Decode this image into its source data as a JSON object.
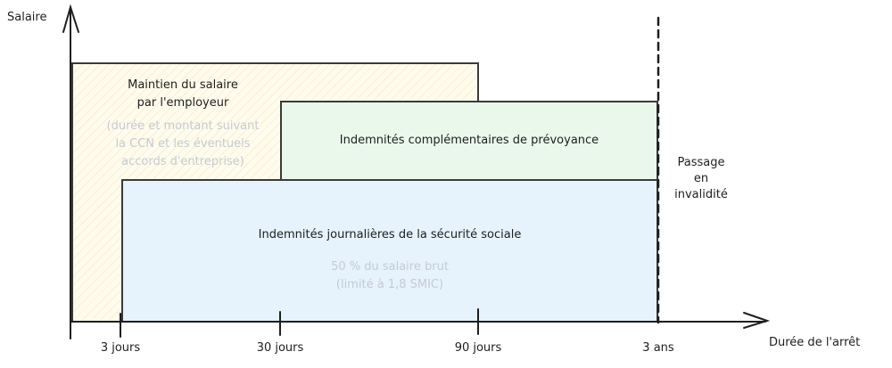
{
  "axes": {
    "y_label": "Salaire",
    "x_label": "Durée de l'arrêt",
    "ticks": [
      "3 jours",
      "30 jours",
      "90 jours",
      "3 ans"
    ]
  },
  "blocks": {
    "employer": {
      "title_line1": "Maintien du salaire",
      "title_line2": "par l'employeur",
      "note_line1": "(durée et montant suivant",
      "note_line2": "la CCN et les éventuels",
      "note_line3": "accords d'entreprise)",
      "color": "#fffcee"
    },
    "prevoyance": {
      "title": "Indemnités complémentaires de prévoyance",
      "color": "#eaf8ec"
    },
    "secu": {
      "title": "Indemnités journalières de la sécurité sociale",
      "note_line1": "50 % du salaire brut",
      "note_line2": "(limité à 1,8 SMIC)",
      "color": "#e6f3fd"
    }
  },
  "invalidity": {
    "line1": "Passage",
    "line2": "en",
    "line3": "invalidité"
  },
  "chart_data": {
    "type": "timeline-blocks",
    "title": "",
    "xlabel": "Durée de l'arrêt",
    "ylabel": "Salaire",
    "x_ticks": [
      "3 jours",
      "30 jours",
      "90 jours",
      "3 ans"
    ],
    "blocks": [
      {
        "name": "Maintien du salaire par l'employeur",
        "start": "0",
        "end": "90 jours",
        "level": "highest",
        "note": "(durée et montant suivant la CCN et les éventuels accords d'entreprise)"
      },
      {
        "name": "Indemnités complémentaires de prévoyance",
        "start": "30 jours",
        "end": "3 ans",
        "level": "middle"
      },
      {
        "name": "Indemnités journalières de la sécurité sociale",
        "start": "3 jours",
        "end": "3 ans",
        "level": "base",
        "note": "50 % du salaire brut (limité à 1,8 SMIC)"
      }
    ],
    "markers": [
      {
        "at": "3 ans",
        "label": "Passage en invalidité",
        "style": "dashed"
      }
    ]
  }
}
